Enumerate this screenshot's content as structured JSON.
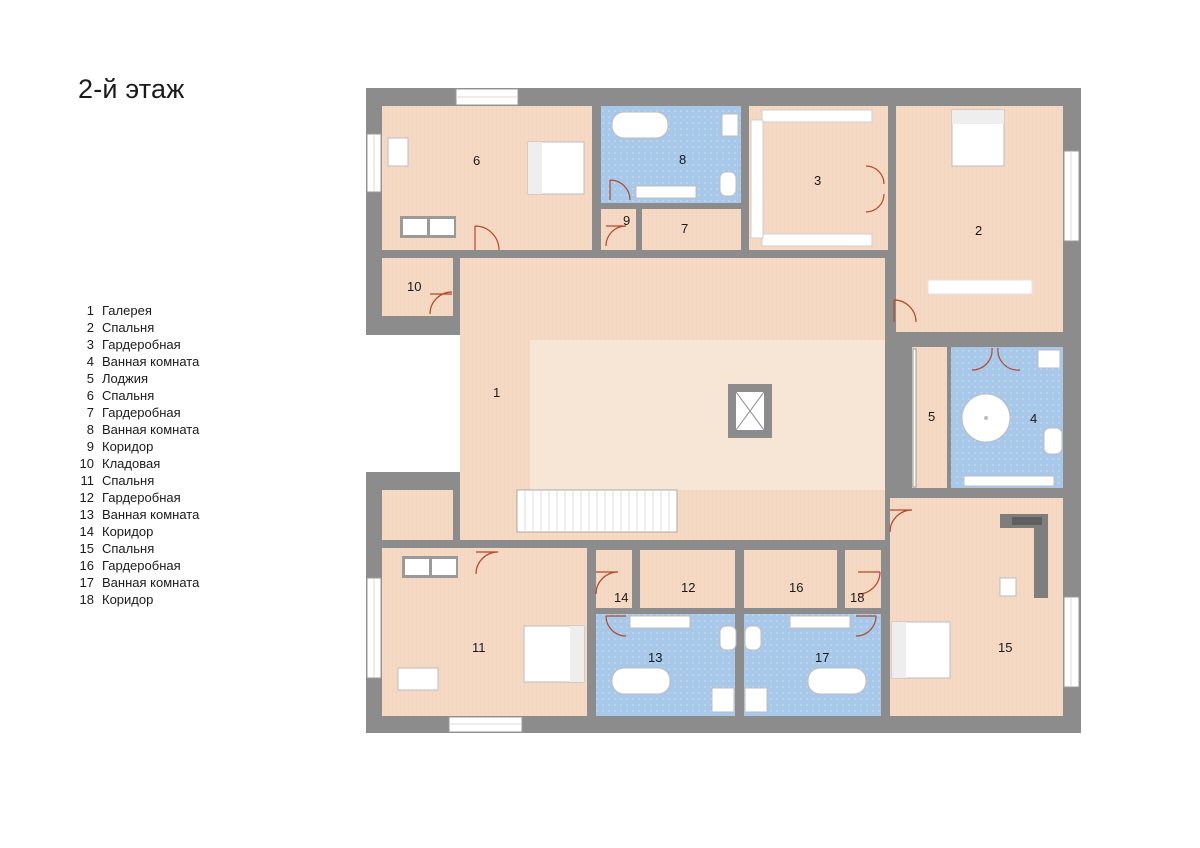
{
  "title": "2-й этаж",
  "legend": [
    {
      "number": "1",
      "label": "Галерея"
    },
    {
      "number": "2",
      "label": "Спальня"
    },
    {
      "number": "3",
      "label": "Гардеробная"
    },
    {
      "number": "4",
      "label": "Ванная комната"
    },
    {
      "number": "5",
      "label": "Лоджия"
    },
    {
      "number": "6",
      "label": "Спальня"
    },
    {
      "number": "7",
      "label": "Гардеробная"
    },
    {
      "number": "8",
      "label": "Ванная комната"
    },
    {
      "number": "9",
      "label": "Коридор"
    },
    {
      "number": "10",
      "label": "Кладовая"
    },
    {
      "number": "11",
      "label": "Спальня"
    },
    {
      "number": "12",
      "label": "Гардеробная"
    },
    {
      "number": "13",
      "label": "Ванная комната"
    },
    {
      "number": "14",
      "label": "Коридор"
    },
    {
      "number": "15",
      "label": "Спальня"
    },
    {
      "number": "16",
      "label": "Гардеробная"
    },
    {
      "number": "17",
      "label": "Ванная комната"
    },
    {
      "number": "18",
      "label": "Коридор"
    }
  ],
  "plan": {
    "room_numbers": [
      "1",
      "2",
      "3",
      "4",
      "5",
      "6",
      "7",
      "8",
      "9",
      "10",
      "11",
      "12",
      "13",
      "14",
      "15",
      "16",
      "17",
      "18"
    ]
  },
  "colors": {
    "wall": "#8c8c8c",
    "floor_wood": "#f5d9c4",
    "gallery_center": "#f7e6d6",
    "tile": "#a7c8e8",
    "door": "#b34a2a",
    "fixture": "#ffffff"
  }
}
